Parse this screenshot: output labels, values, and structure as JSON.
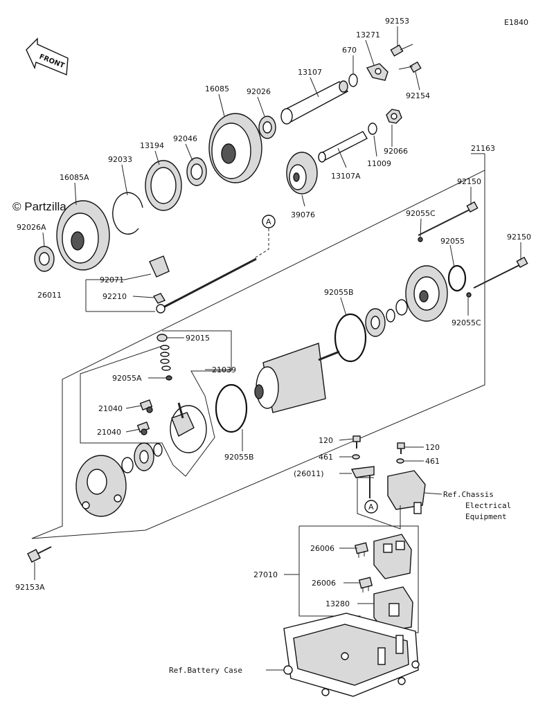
{
  "diagram": {
    "code": "E1840",
    "watermark": "© Partzilla.com",
    "front_label": "FRONT",
    "circle_marker": "A",
    "labels": {
      "p92153": "92153",
      "p13271": "13271",
      "p670": "670",
      "p13107": "13107",
      "p92154": "92154",
      "p16085": "16085",
      "p92026": "92026",
      "p92066": "92066",
      "p11009": "11009",
      "p13107A": "13107A",
      "p21163": "21163",
      "p13194": "13194",
      "p92046": "92046",
      "p92033": "92033",
      "p16085A": "16085A",
      "p39076": "39076",
      "p92150a": "92150",
      "p92055C_a": "92055C",
      "p92026A": "92026A",
      "p92055": "92055",
      "p92150b": "92150",
      "p92071": "92071",
      "p26011": "26011",
      "p92210": "92210",
      "p92055B_a": "92055B",
      "p92055C_b": "92055C",
      "p92015": "92015",
      "p21039": "21039",
      "p92055A": "92055A",
      "p21040a": "21040",
      "p21040b": "21040",
      "p92055B_b": "92055B",
      "p120a": "120",
      "p461a": "461",
      "p26011b": "(26011)",
      "p120b": "120",
      "p461b": "461",
      "p26006a": "26006",
      "p27010": "27010",
      "p26006b": "26006",
      "p13280": "13280",
      "p92153A": "92153A"
    },
    "refs": {
      "chassis_line1": "Ref.Chassis",
      "chassis_line2": "Electrical",
      "chassis_line3": "Equipment",
      "battery": "Ref.Battery Case"
    }
  }
}
